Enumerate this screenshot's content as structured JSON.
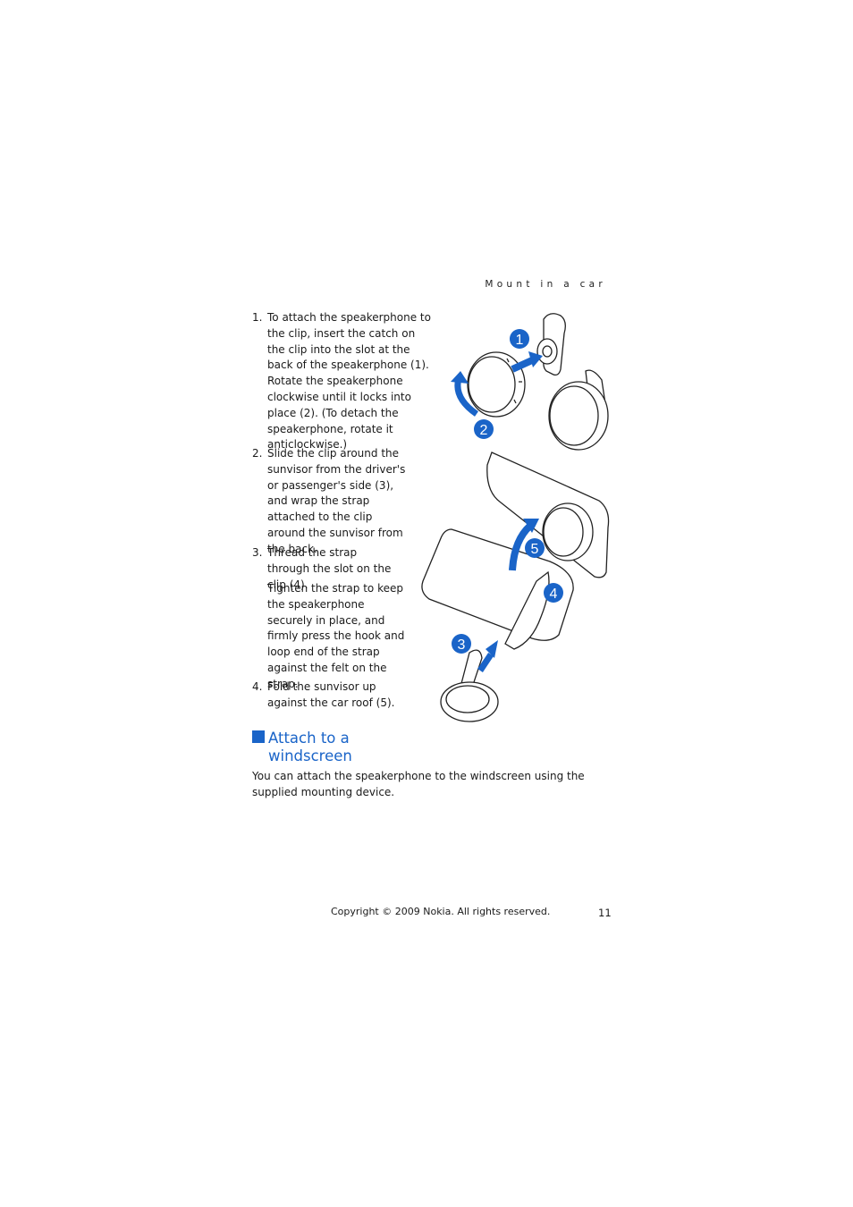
{
  "header": {
    "section_title": "Mount in a car"
  },
  "steps": [
    {
      "number": "1.",
      "text": "To attach the speakerphone to the clip, insert the catch on the clip into the slot at the back of the speakerphone (1). Rotate the speakerphone clockwise until it locks into place (2). (To detach the speakerphone, rotate it anticlockwise.)"
    },
    {
      "number": "2.",
      "text": "Slide the clip around the sunvisor from the driver's or passenger's side (3), and wrap the strap attached to the clip around the sunvisor from the back."
    },
    {
      "number": "3.",
      "text": "Thread the strap through the slot on the clip (4).",
      "note": "Tighten the strap to keep the speakerphone securely in place, and firmly press the hook and loop end of the strap against the felt on the strap."
    },
    {
      "number": "4.",
      "text": "Fold the sunvisor up against the car roof (5)."
    }
  ],
  "section": {
    "heading": "Attach to a windscreen",
    "intro": "You can attach the speakerphone to the windscreen using the supplied mounting device."
  },
  "illustration": {
    "callouts": [
      "1",
      "2",
      "3",
      "4",
      "5"
    ],
    "accent_color": "#1a64c8"
  },
  "footer": {
    "copyright": "Copyright © 2009 Nokia. All rights reserved.",
    "page_number": "11"
  }
}
